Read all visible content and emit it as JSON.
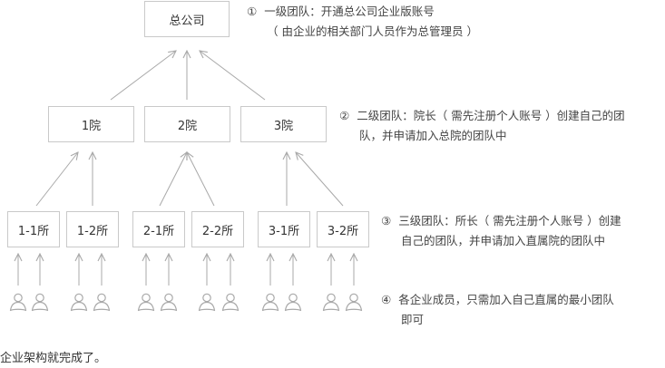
{
  "top": {
    "label": "总公司"
  },
  "level2": [
    {
      "label": "1院"
    },
    {
      "label": "2院"
    },
    {
      "label": "3院"
    }
  ],
  "level3": [
    {
      "label": "1-1所"
    },
    {
      "label": "1-2所"
    },
    {
      "label": "2-1所"
    },
    {
      "label": "2-2所"
    },
    {
      "label": "3-1所"
    },
    {
      "label": "3-2所"
    }
  ],
  "notes": [
    {
      "mark": "①",
      "line1": "一级团队：开通总公司企业版账号",
      "line2": "（ 由企业的相关部门人员作为总管理员 ）"
    },
    {
      "mark": "②",
      "line1": "二级团队：院长（ 需先注册个人账号 ）创建自己的团",
      "line2": "队，并申请加入总院的团队中"
    },
    {
      "mark": "③",
      "line1": "三级团队：所长（ 需先注册个人账号 ）创建",
      "line2": "自己的团队，并申请加入直属院的团队中"
    },
    {
      "mark": "④",
      "line1": "各企业成员，只需加入自己直属的最小团队",
      "line2": "即可"
    }
  ],
  "footer": "企业架构就完成了。",
  "icons": {
    "member": "person-icon"
  },
  "colors": {
    "line": "#a9a9a9",
    "box_border": "#c9c9c9",
    "text": "#333333"
  }
}
